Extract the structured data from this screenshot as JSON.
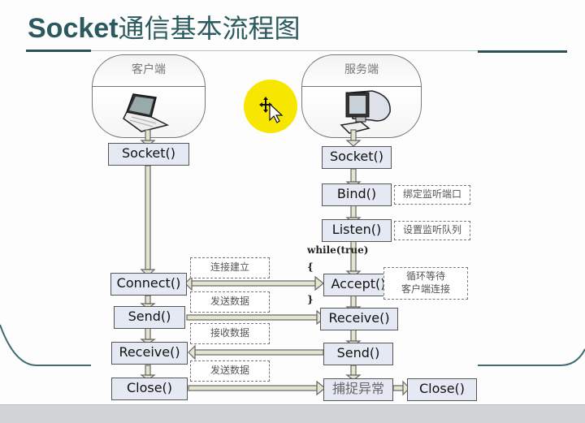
{
  "slide": {
    "title_latin": "Socket",
    "title_cn": "通信基本流程图",
    "accent_color": "#2b5a5e"
  },
  "client": {
    "header": "客户端",
    "icon": "laptop-icon",
    "steps": {
      "socket": "Socket()",
      "connect": "Connect()",
      "send": "Send()",
      "receive": "Receive()",
      "close": "Close()"
    }
  },
  "server": {
    "header": "服务端",
    "icon": "desktop-computer-icon",
    "steps": {
      "socket": "Socket()",
      "bind": "Bind()",
      "listen": "Listen()",
      "accept": "Accept()",
      "receive": "Receive()",
      "send": "Send()",
      "catch": "捕捉异常",
      "close": "Close()"
    },
    "loop_label": "while(true)",
    "loop_open": "{",
    "loop_close": "}"
  },
  "notes": {
    "bind": "绑定监听端口",
    "listen": "设置监听队列",
    "accept_line1": "循环等待",
    "accept_line2": "客户端连接",
    "connection": "连接建立",
    "send1": "发送数据",
    "receive": "接收数据",
    "send2": "发送数据"
  },
  "cursor": {
    "icon": "move-cursor-icon",
    "highlight_color": "#f7e600"
  }
}
